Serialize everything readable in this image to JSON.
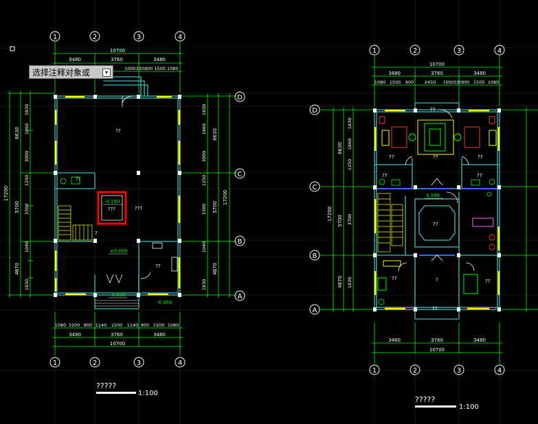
{
  "prompt": {
    "label": "选择注释对象或",
    "options_icon": "dropdown-arrow-icon"
  },
  "colors": {
    "background": "#000000",
    "grid": "#1a3a1a",
    "wall": "#40c0c0",
    "dim": "#00ff00",
    "window": "#ffff00",
    "text": "#ffffff",
    "highlight": "#ff0000"
  },
  "left_plan": {
    "axis_top": [
      "1",
      "2",
      "3",
      "4"
    ],
    "axis_bottom": [
      "1",
      "2",
      "3",
      "4"
    ],
    "axis_right": [
      "D",
      "C",
      "B",
      "A"
    ],
    "dim_top_total": "10700",
    "dim_top_segments": [
      "3480",
      "3760",
      "3480"
    ],
    "dim_top_detail": "1000330900  1500  1080",
    "dim_bottom_detail": [
      "1080",
      "1500",
      "900",
      "1140",
      "1500",
      "1140",
      "900",
      "1500",
      "1080"
    ],
    "dim_bottom_segments": [
      "3480",
      "3760",
      "3480"
    ],
    "dim_bottom_total": "10700",
    "dim_left_total": "17200",
    "dim_left_segments": [
      "6630",
      "5700",
      "4870"
    ],
    "dim_left_detail": [
      "1830",
      "1860",
      "3000",
      "1250",
      "3300",
      "1040",
      "1830"
    ],
    "dim_right_total": "17200",
    "dim_right_segments": [
      "6630",
      "5700",
      "4870"
    ],
    "dim_right_detail": [
      "1830",
      "1860",
      "3000",
      "1250",
      "3300",
      "1040",
      "1830"
    ],
    "room_labels": [
      "??",
      "??",
      "?",
      "??"
    ],
    "elev_stair": "-0.150",
    "elev_stair_note": "???",
    "elev_main": "±0.000",
    "elev_entry": "-0.020",
    "elev_out": "-0.450",
    "title": "?????",
    "scale": "1:100"
  },
  "right_plan": {
    "axis_top": [
      "1",
      "2",
      "3",
      "4"
    ],
    "axis_bottom": [
      "1",
      "2",
      "3",
      "4"
    ],
    "axis_left": [
      "D",
      "C",
      "B",
      "A"
    ],
    "dim_top_total": "10700",
    "dim_top_segments": [
      "3480",
      "3760",
      "3480"
    ],
    "dim_top_detail": [
      "1080",
      "1500",
      "900",
      "2450",
      "1000330900",
      "1500",
      "1080"
    ],
    "dim_bottom_segments": [
      "3480",
      "3760",
      "3480"
    ],
    "dim_bottom_total": "10700",
    "dim_left_total": "17200",
    "dim_left_segments": [
      "6630",
      "5700",
      "4870"
    ],
    "dim_left_detail": [
      "1830",
      "1860",
      "1250",
      "3700",
      "1830"
    ],
    "room_labels": [
      "??",
      "??",
      "??",
      "??",
      "??",
      "??",
      "??",
      "?",
      "??",
      "??"
    ],
    "elev_center": "4.300",
    "title": "?????",
    "scale": "1:100"
  }
}
